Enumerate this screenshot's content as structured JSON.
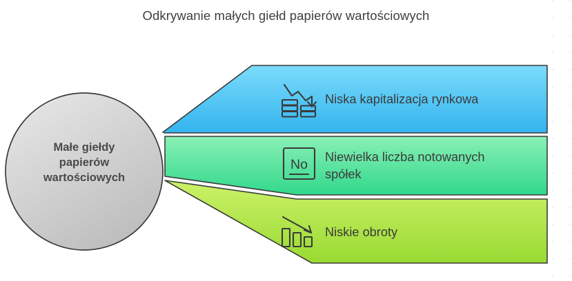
{
  "title": "Odkrywanie małych giełd papierów wartościowych",
  "hub": {
    "name": "central-node",
    "lines": [
      "Małe giełdy",
      "papierów",
      "wartościowych"
    ],
    "fill_top": "#e2e2e2",
    "fill_bottom": "#bdbdbd",
    "stroke": "#3a3a3a"
  },
  "branches": [
    {
      "id": "low-market-cap",
      "lines": [
        "Niska kapitalizacja rynkowa"
      ],
      "icon": "declining-chart-coins-icon",
      "color_top": "#73d7fa",
      "color_bottom": "#37b6ee",
      "stroke": "#3a3a3a"
    },
    {
      "id": "few-listed-companies",
      "lines": [
        "Niewielka liczba notowanych",
        "spółek"
      ],
      "icon": "numero-no-box-icon",
      "color_top": "#86efb2",
      "color_bottom": "#33d98c",
      "stroke": "#3a3a3a"
    },
    {
      "id": "low-turnover",
      "lines": [
        "Niskie obroty"
      ],
      "icon": "declining-bars-arrow-icon",
      "color_top": "#c9f163",
      "color_bottom": "#9bdb36",
      "stroke": "#3a3a3a"
    }
  ],
  "icon_stroke": "#3a3a3a",
  "background": "#ffffff",
  "guide_dots_color": "#e8e8e8"
}
